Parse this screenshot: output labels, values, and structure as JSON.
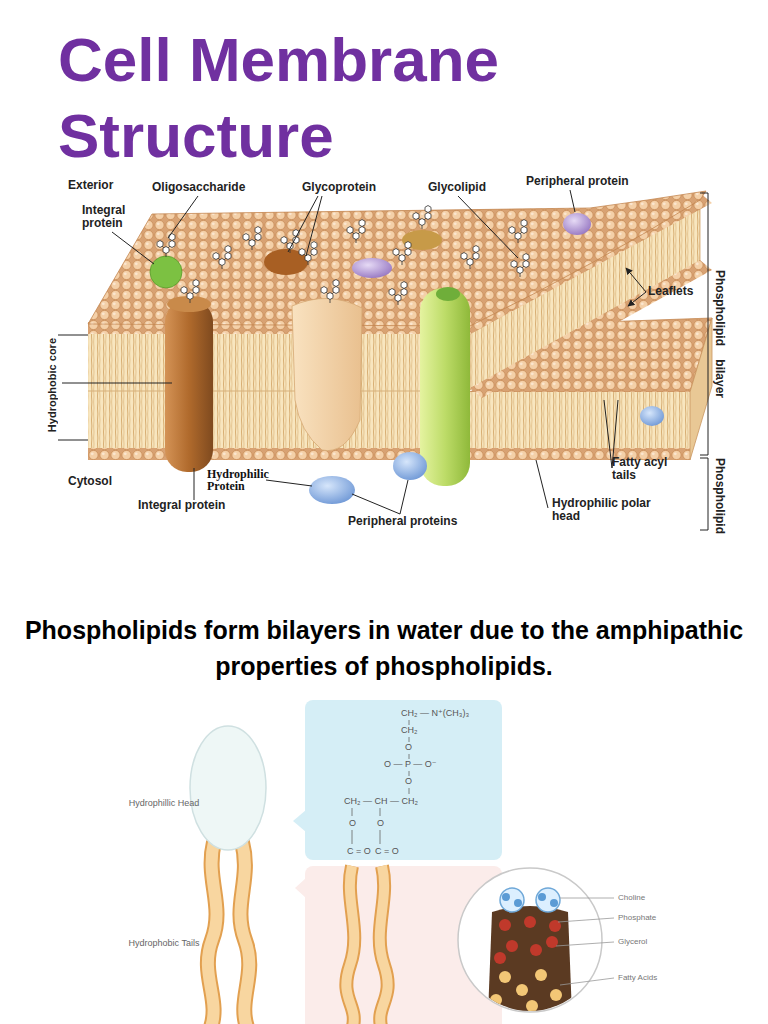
{
  "diagram": {
    "title": "Cell Membrane Structure",
    "caption": "Phospholipids form bilayers in water due to the amphipathic properties of phospholipids.",
    "nodes": [
      {
        "text": [
          "CH₂ — N⁺(CH₃)₃",
          "CH₂",
          "O",
          "O — P — O⁻",
          "O",
          "CH₂ — CH — CH₂",
          "O",
          "O",
          "C = O",
          "C = O"
        ]
      }
    ],
    "labels": [
      "Exterior",
      "Oligosaccharide",
      "Glycoprotein",
      "Glycolipid",
      "Peripheral protein",
      "Integral protein",
      "Leaflets",
      "Phospholipid bilayer",
      "Hydrophobic core",
      "Cytosol",
      "Hydrophilic Protein",
      "Integral protein",
      "Peripheral proteins",
      "Fatty acyl tails",
      "Hydrophilic polar head",
      "Phospholipid",
      "Hydrophillic Head",
      "Hydrophobic Tails",
      "Choline",
      "Phosphate",
      "Glycerol",
      "Fatty Acids"
    ]
  }
}
